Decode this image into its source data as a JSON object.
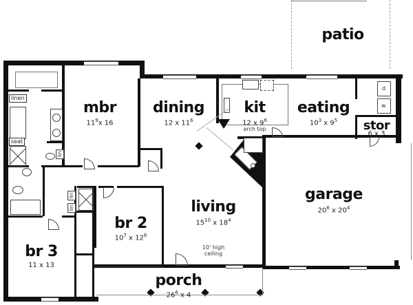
{
  "plan": {
    "rooms": [
      {
        "id": "patio",
        "name": "patio",
        "dims": ""
      },
      {
        "id": "mbr",
        "name": "mbr",
        "dims_main": "11",
        "dims_sup1": "9",
        "dims_mid": "x 16",
        "dims_sup2": ""
      },
      {
        "id": "dining",
        "name": "dining",
        "dims_main": "12 x 11",
        "dims_sup1": "6"
      },
      {
        "id": "kit",
        "name": "kit",
        "dims_main": "12 x 9",
        "dims_sup1": "6"
      },
      {
        "id": "eating",
        "name": "eating",
        "dims_main": "10",
        "dims_sup1": "3",
        "dims_mid": " x 9",
        "dims_sup2": "5"
      },
      {
        "id": "stor",
        "name": "stor",
        "dims_main": "6 x 3"
      },
      {
        "id": "garage",
        "name": "garage",
        "dims_main": "20",
        "dims_sup1": "6",
        "dims_mid": " x 20",
        "dims_sup2": "4"
      },
      {
        "id": "living",
        "name": "living",
        "dims_main": "15",
        "dims_sup1": "10",
        "dims_mid": " x 18",
        "dims_sup2": "4"
      },
      {
        "id": "br2",
        "name": "br 2",
        "dims_main": "10",
        "dims_sup1": "7",
        "dims_mid": " x 12",
        "dims_sup2": "6"
      },
      {
        "id": "br3",
        "name": "br 3",
        "dims_main": "11 x 13"
      },
      {
        "id": "porch",
        "name": "porch",
        "dims_main": "26",
        "dims_sup1": "6",
        "dims_mid": " x 4",
        "dims_sup2": ""
      }
    ],
    "annotations": {
      "linen": "linen",
      "seat": "seat",
      "lin_mbr": "lin",
      "lin_hall_1": "lin",
      "lin_hall_2": "lin",
      "arch_top": "arch top",
      "ceiling_line1": "10' high",
      "ceiling_line2": "ceiling",
      "dryer": "d",
      "washer": "w"
    }
  }
}
